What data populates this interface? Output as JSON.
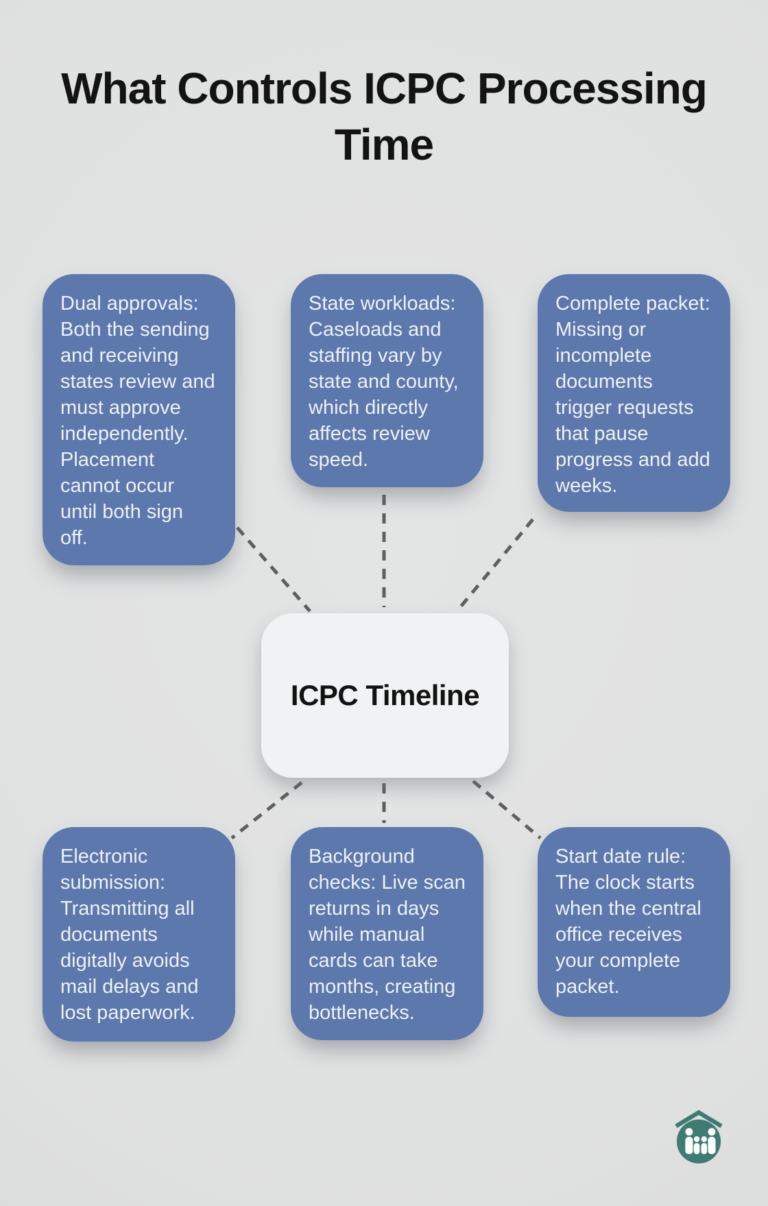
{
  "title": {
    "text": "What Controls ICPC Processing\nTime"
  },
  "center_node": {
    "label": "ICPC Timeline"
  },
  "factors": [
    {
      "id": "dual-approvals",
      "text": "Dual approvals:\nBoth the sending\nand receiving\nstates review and\nmust approve\nindependently.\nPlacement\ncannot occur\nuntil both sign\noff."
    },
    {
      "id": "state-workloads",
      "text": "State workloads:\nCaseloads and\nstaffing vary by\nstate and county,\nwhich directly\naffects review\nspeed."
    },
    {
      "id": "complete-packet",
      "text": "Complete packet:\nMissing or\nincomplete\ndocuments\ntrigger requests\nthat pause\nprogress and add\nweeks."
    },
    {
      "id": "electronic-submission",
      "text": "Electronic\nsubmission:\nTransmitting all\ndocuments\ndigitally avoids\nmail delays and\nlost paperwork."
    },
    {
      "id": "background-checks",
      "text": "Background\nchecks: Live scan\nreturns in days\nwhile manual\ncards can take\nmonths, creating\nbottlenecks."
    },
    {
      "id": "start-date-rule",
      "text": "Start date rule:\nThe clock starts\nwhen the central\noffice receives\nyour complete\npacket."
    }
  ],
  "colors": {
    "background": "#e1e2e2",
    "factor_box": "#5c78ac",
    "factor_text": "#eef2f7",
    "center_box": "#f1f2f3",
    "title_text": "#131313",
    "connector": "#5f5f5f",
    "logo_teal": "#3e7b73",
    "logo_figures": "#ffffff"
  },
  "logo": {
    "name": "family-under-roof-logo"
  }
}
